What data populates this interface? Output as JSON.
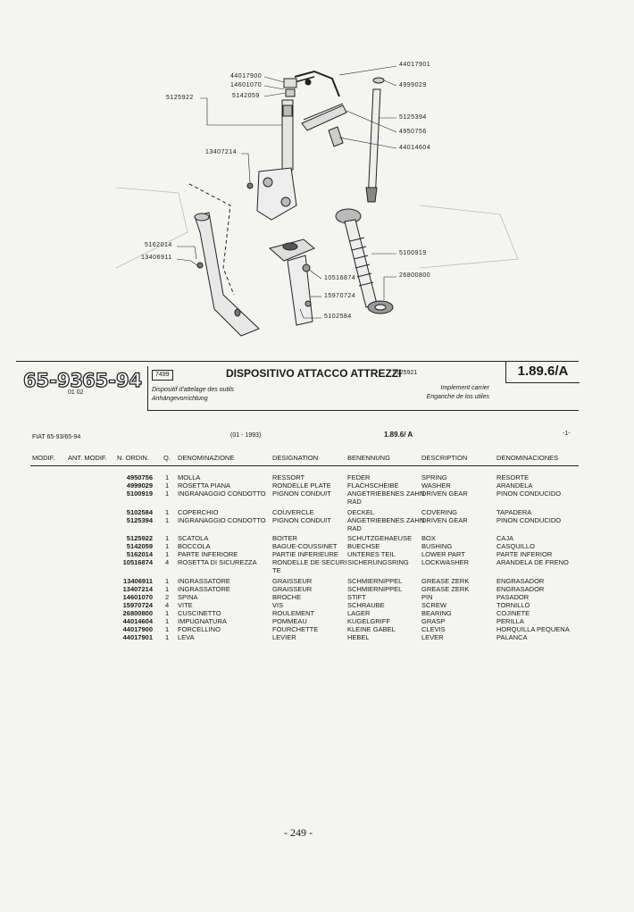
{
  "diagram": {
    "callouts": [
      {
        "text": "44017900",
        "name": "callout-44017900"
      },
      {
        "text": "14601070",
        "name": "callout-14601070"
      },
      {
        "text": "5142059",
        "name": "callout-5142059"
      },
      {
        "text": "5125922",
        "name": "callout-5125922"
      },
      {
        "text": "13407214",
        "name": "callout-13407214"
      },
      {
        "text": "5162014",
        "name": "callout-5162014"
      },
      {
        "text": "13406911",
        "name": "callout-13406911"
      },
      {
        "text": "44017901",
        "name": "callout-44017901"
      },
      {
        "text": "4999029",
        "name": "callout-4999029"
      },
      {
        "text": "5125394",
        "name": "callout-5125394"
      },
      {
        "text": "4950756",
        "name": "callout-4950756"
      },
      {
        "text": "44014604",
        "name": "callout-44014604"
      },
      {
        "text": "5100919",
        "name": "callout-5100919"
      },
      {
        "text": "26800800",
        "name": "callout-26800800"
      },
      {
        "text": "10516874",
        "name": "callout-10516874"
      },
      {
        "text": "15970724",
        "name": "callout-15970724"
      },
      {
        "text": "5102584",
        "name": "callout-5102584"
      }
    ]
  },
  "header": {
    "model_logo_1": "65-93",
    "model_logo_2": "65-94",
    "code_sub": "01 02",
    "ref_box": "7499",
    "title": "DISPOSITIVO ATTACCO ATTREZZI",
    "title_code": "5125921",
    "page_ref": "1.89.6/A",
    "fr_title": "Dispositif d'attelage des outils",
    "de_title": "Anhängevorrichtung",
    "en_title": "Implement carrier",
    "es_title": "Enganche de los utiles"
  },
  "subheader": {
    "model": "FIAT 65-93/65-94",
    "date": "(01 - 1993)",
    "page_ref": "1.89.6/ A",
    "sheet": "-1-"
  },
  "columns": [
    "MODIF.",
    "ANT. MODIF.",
    "N. ORDIN.",
    "Q.",
    "DENOMINAZIONE",
    "DESIGNATION",
    "BENENNUNG",
    "DESCRIPTION",
    "DENOMINACIONES"
  ],
  "parts": [
    {
      "code": "4950756",
      "qty": "1",
      "it": "MOLLA",
      "fr": "RESSORT",
      "de": "FEDER",
      "en": "SPRING",
      "es": "RESORTE"
    },
    {
      "code": "4999029",
      "qty": "1",
      "it": "ROSETTA PIANA",
      "fr": "RONDELLE PLATE",
      "de": "FLACHSCHEIBE",
      "en": "WASHER",
      "es": "ARANDELA"
    },
    {
      "code": "5100919",
      "qty": "1",
      "it": "INGRANAGGIO CONDOTTO",
      "fr": "PIGNON CONDUIT",
      "de": "ANGETRIEBENES ZAHN",
      "en": "DRIVEN GEAR",
      "es": "PINON CONDUCIDO"
    },
    {
      "code": "",
      "qty": "",
      "it": "",
      "fr": "",
      "de": "RAD",
      "en": "",
      "es": ""
    },
    {
      "code": "5102584",
      "qty": "1",
      "it": "COPERCHIO",
      "fr": "COUVERCLE",
      "de": "DECKEL",
      "en": "COVERING",
      "es": "TAPADERA"
    },
    {
      "code": "5125394",
      "qty": "1",
      "it": "INGRANAGGIO CONDOTTO",
      "fr": "PIGNON CONDUIT",
      "de": "ANGETRIEBENES ZAHN",
      "en": "DRIVEN GEAR",
      "es": "PINON CONDUCIDO"
    },
    {
      "code": "",
      "qty": "",
      "it": "",
      "fr": "",
      "de": "RAD",
      "en": "",
      "es": ""
    },
    {
      "code": "5125922",
      "qty": "1",
      "it": "SCATOLA",
      "fr": "BOITER",
      "de": "SCHUTZGEHAEUSE",
      "en": "BOX",
      "es": "CAJA"
    },
    {
      "code": "5142059",
      "qty": "1",
      "it": "BOCCOLA",
      "fr": "BAGUE-COUSSINET",
      "de": "BUECHSE",
      "en": "BUSHING",
      "es": "CASQUILLO"
    },
    {
      "code": "5162014",
      "qty": "1",
      "it": "PARTE INFERIORE",
      "fr": "PARTIE INFERIEURE",
      "de": "UNTERES TEIL",
      "en": "LOWER PART",
      "es": "PARTE INFERIOR"
    },
    {
      "code": "10516874",
      "qty": "4",
      "it": "ROSETTA DI SICUREZZA",
      "fr": "RONDELLE DE SECURI",
      "de": "SICHERUNGSRING",
      "en": "LOCKWASHER",
      "es": "ARANDELA DE FRENO"
    },
    {
      "code": "",
      "qty": "",
      "it": "",
      "fr": "TE",
      "de": "",
      "en": "",
      "es": ""
    },
    {
      "code": "13406911",
      "qty": "1",
      "it": "INGRASSATORE",
      "fr": "GRAISSEUR",
      "de": "SCHMIERNIPPEL",
      "en": "GREASE ZERK",
      "es": "ENGRASADOR"
    },
    {
      "code": "13407214",
      "qty": "1",
      "it": "INGRASSATORE",
      "fr": "GRAISSEUR",
      "de": "SCHMIERNIPPEL",
      "en": "GREASE ZERK",
      "es": "ENGRASADOR"
    },
    {
      "code": "14601070",
      "qty": "2",
      "it": "SPINA",
      "fr": "BROCHE",
      "de": "STIFT",
      "en": "PIN",
      "es": "PASADOR"
    },
    {
      "code": "15970724",
      "qty": "4",
      "it": "VITE",
      "fr": "VIS",
      "de": "SCHRAUBE",
      "en": "SCREW",
      "es": "TORNILLO"
    },
    {
      "code": "26800800",
      "qty": "1",
      "it": "CUSCINETTO",
      "fr": "ROULEMENT",
      "de": "LAGER",
      "en": "BEARING",
      "es": "COJINETE"
    },
    {
      "code": "44014604",
      "qty": "1",
      "it": "IMPUGNATURA",
      "fr": "POMMEAU",
      "de": "KUGELGRIFF",
      "en": "GRASP",
      "es": "PERILLA"
    },
    {
      "code": "44017900",
      "qty": "1",
      "it": "FORCELLINO",
      "fr": "FOURCHETTE",
      "de": "KLEINE GABEL",
      "en": "CLEVIS",
      "es": "HORQUILLA PEQUENA"
    },
    {
      "code": "44017901",
      "qty": "1",
      "it": "LEVA",
      "fr": "LEVIER",
      "de": "HEBEL",
      "en": "LEVER",
      "es": "PALANCA"
    }
  ],
  "footer": {
    "page_number": "- 249 -"
  }
}
